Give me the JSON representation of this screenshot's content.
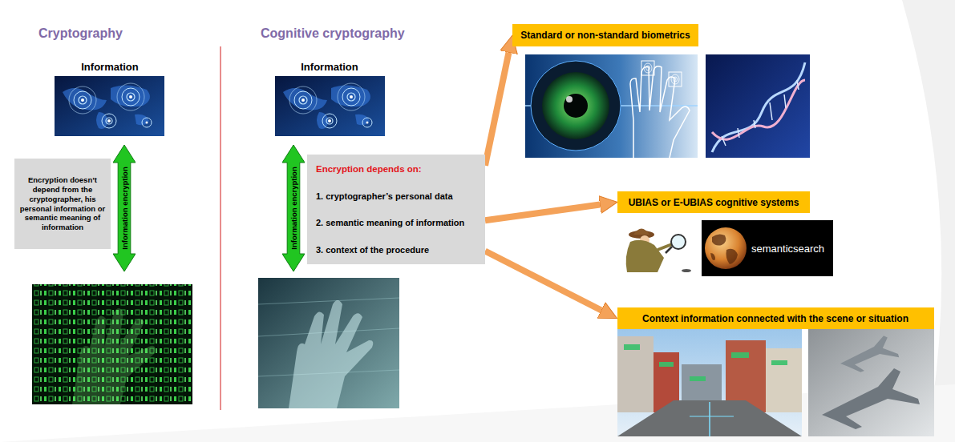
{
  "diagram": {
    "nodes": [
      {
        "text": [
          "Encryption doesn’t depend from the cryptographer, his personal information or semantic meaning of information"
        ]
      },
      {
        "text": [
          "Information encryption"
        ]
      },
      {
        "text": [
          "Information encryption"
        ]
      },
      {
        "text": [
          "Encryption depends on:",
          "1. cryptographer’s personal data",
          "2. semantic meaning of information",
          "3. context of the procedure"
        ]
      },
      {
        "text": [
          "Standard or non-standard biometrics"
        ]
      },
      {
        "text": [
          "UBIAS or E-UBIAS cognitive systems"
        ]
      },
      {
        "text": [
          "semanticsearch"
        ]
      },
      {
        "text": [
          "Context information connected with the scene or situation"
        ]
      }
    ],
    "edges": [
      {
        "from": 3,
        "to": 4,
        "arrow": "to"
      },
      {
        "from": 3,
        "to": 5,
        "arrow": "to"
      },
      {
        "from": 3,
        "to": 7,
        "arrow": "to"
      }
    ],
    "labels": [
      "Cryptography",
      "Information",
      "Cognitive cryptography",
      "Information"
    ]
  }
}
